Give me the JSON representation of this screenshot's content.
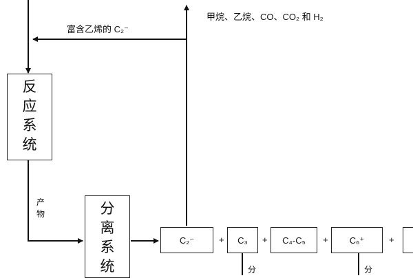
{
  "top_right_label": "甲烷、乙烷、CO、CO₂ 和 H₂",
  "recycle_label": "富含乙烯的 C₂⁻",
  "reaction_system": [
    "反",
    "应",
    "系",
    "统"
  ],
  "product_label": [
    "产",
    "物"
  ],
  "separation_system": [
    "分",
    "离",
    "系",
    "统"
  ],
  "fractions": {
    "c2": "C₂⁻",
    "c3": "C₃",
    "c4c5": "C₄-C₅",
    "c6": "C₆⁺",
    "plus": "+"
  },
  "bottom_label_1": "分",
  "bottom_label_2": "分"
}
